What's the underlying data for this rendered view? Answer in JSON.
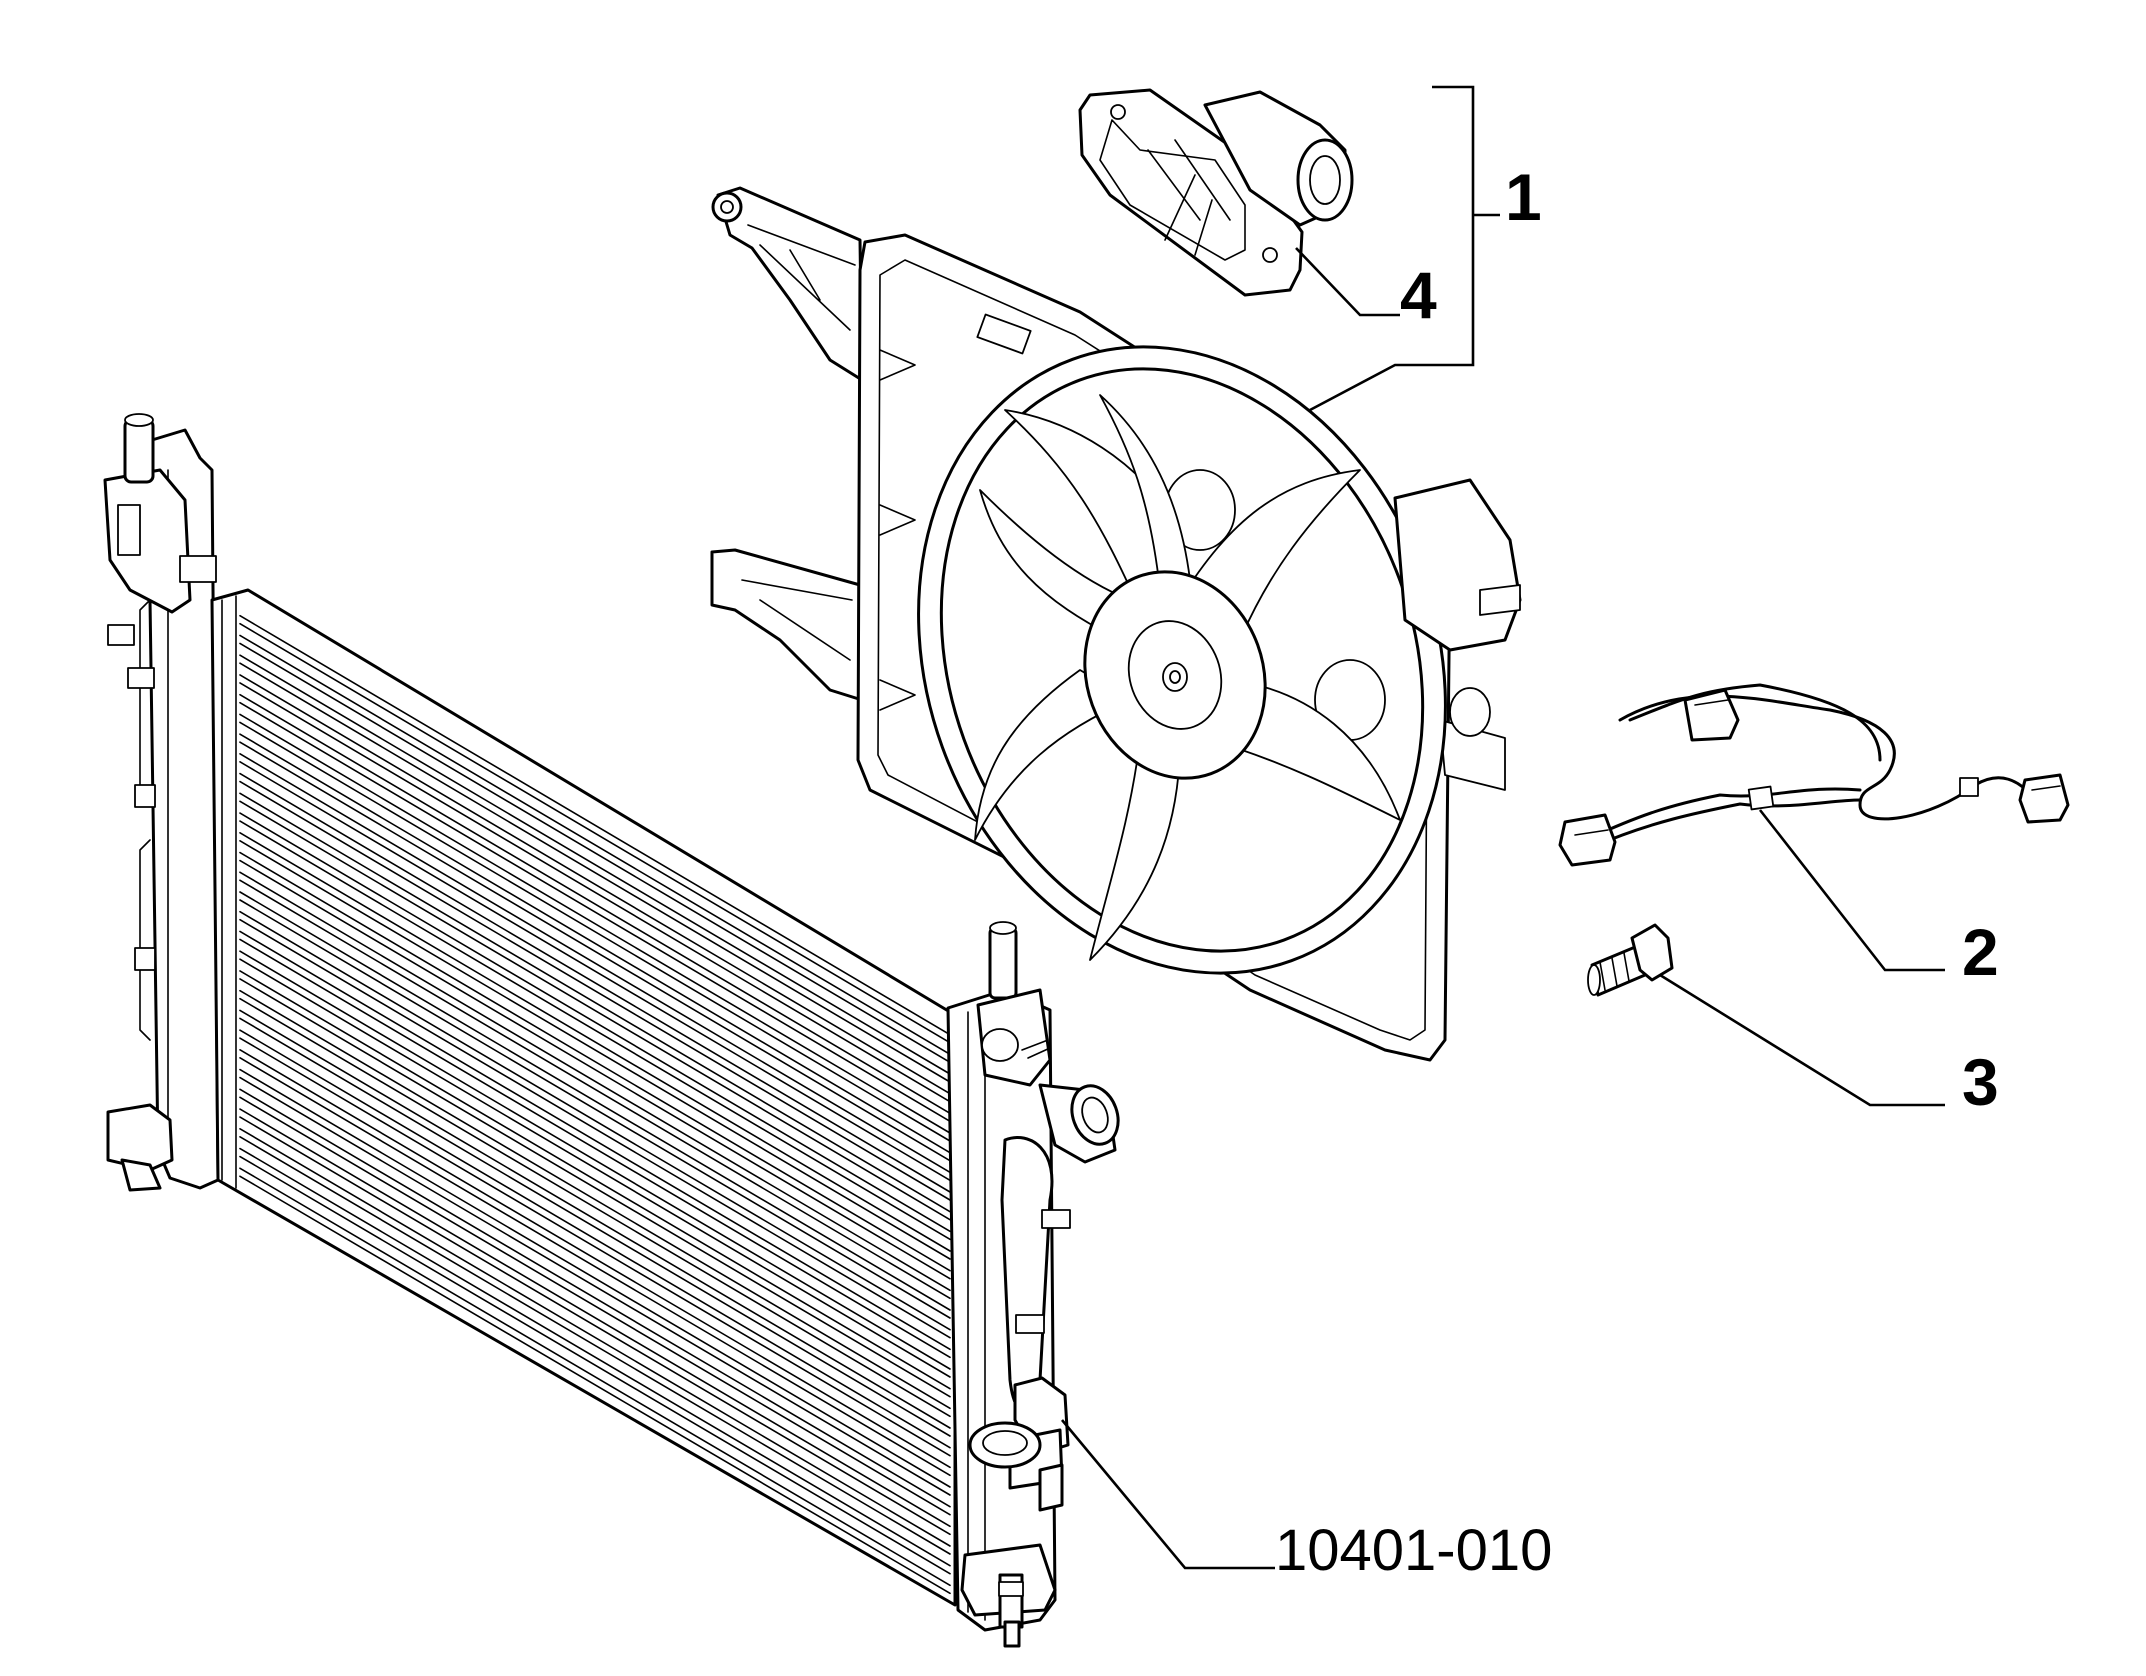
{
  "diagram": {
    "callouts": [
      {
        "id": "1",
        "text": "1"
      },
      {
        "id": "2",
        "text": "2"
      },
      {
        "id": "3",
        "text": "3"
      },
      {
        "id": "4",
        "text": "4"
      }
    ],
    "reference": "10401-010"
  }
}
